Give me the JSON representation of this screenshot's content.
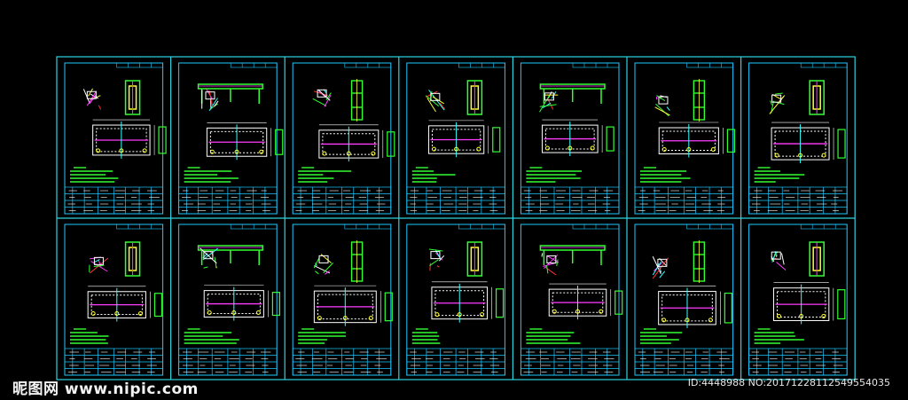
{
  "watermark": {
    "site": "昵图网 www.nipic.com",
    "id_line": "ID:4448988 NO:20171228112549554035"
  },
  "colors": {
    "background": "#000000",
    "sheet_border": "#2fd3e0",
    "frame": "#1ec8ff",
    "part_green": "#33ff33",
    "part_magenta": "#ff3cff",
    "part_white": "#ffffff",
    "part_yellow": "#ffff33",
    "part_cyan": "#33ffff",
    "part_red": "#ff3333"
  },
  "sheets": {
    "columns": 7,
    "rows": 2,
    "count": 14
  }
}
